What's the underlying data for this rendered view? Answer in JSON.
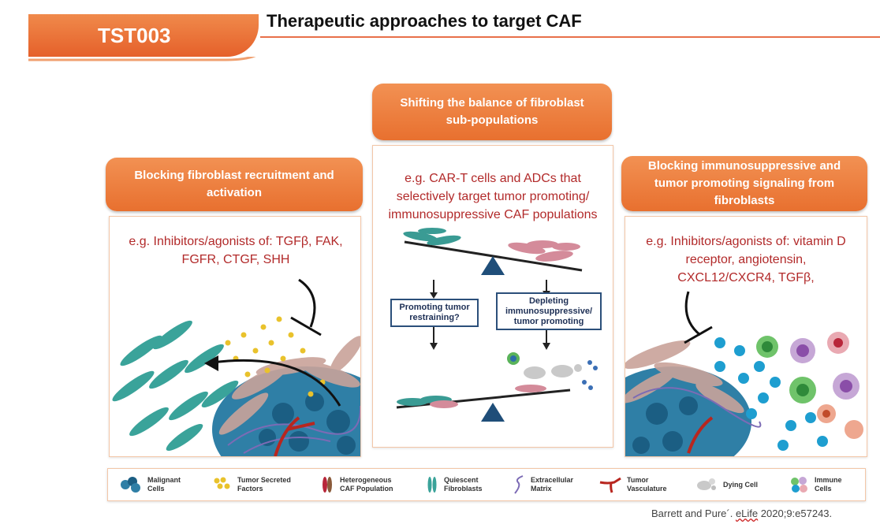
{
  "header": {
    "code": "TST003",
    "title": "Therapeutic approaches to target CAF"
  },
  "panels": {
    "left": {
      "title": "Blocking fibroblast recruitment and activation",
      "text": "e.g. Inhibitors/agonists of: TGFβ, FAK, FGFR, CTGF, SHH"
    },
    "middle": {
      "title": "Shifting the balance of fibroblast sub-populations",
      "text": "e.g. CAR-T cells and ADCs that selectively target tumor promoting/ immunosuppressive CAF populations",
      "box_left": "Promoting tumor restraining?",
      "box_right": "Depleting immunosuppressive/ tumor promoting"
    },
    "right": {
      "title": "Blocking immunosuppressive and tumor promoting signaling from fibroblasts",
      "text": "e.g. Inhibitors/agonists of: vitamin D receptor, angiotensin, CXCL12/CXCR4, TGFβ,"
    }
  },
  "legend": [
    {
      "icon": "malignant-cells-icon",
      "label": "Malignant Cells"
    },
    {
      "icon": "tumor-secreted-factors-icon",
      "label": "Tumor Secreted Factors"
    },
    {
      "icon": "caf-population-icon",
      "label": "Heterogeneous CAF Population"
    },
    {
      "icon": "quiescent-fibroblasts-icon",
      "label": "Quiescent Fibroblasts"
    },
    {
      "icon": "extracellular-matrix-icon",
      "label": "Extracellular Matrix"
    },
    {
      "icon": "tumor-vasculature-icon",
      "label": "Tumor Vasculature"
    },
    {
      "icon": "dying-cell-icon",
      "label": "Dying Cell"
    },
    {
      "icon": "immune-cells-icon",
      "label": "Immune Cells"
    }
  ],
  "citation": {
    "authors": "Barrett and Pure´.",
    "journal": "eLife",
    "ref": "2020;9:e57243."
  },
  "colors": {
    "accent_orange": "#e8702f",
    "text_red": "#b22a2a",
    "navy": "#1f4e79"
  }
}
